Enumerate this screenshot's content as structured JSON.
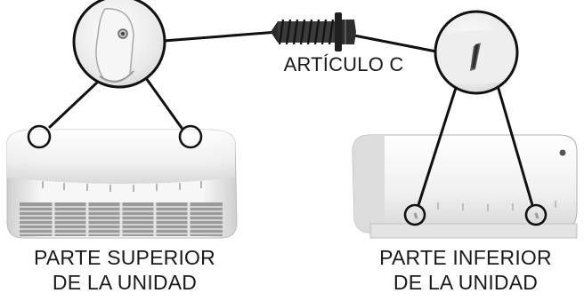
{
  "labels": {
    "item": "ARTÍCULO C",
    "top_caption_line1": "PARTE SUPERIOR",
    "top_caption_line2": "DE LA UNIDAD",
    "bottom_caption_line1": "PARTE INFERIOR",
    "bottom_caption_line2": "DE LA UNIDAD"
  },
  "colors": {
    "line": "#111111",
    "caption": "#1a1a1a",
    "unit_body": "#f2f2f2",
    "unit_shadow": "#c8c8c8",
    "grille": "#8a8a8a",
    "screw": "#2a2a2a"
  }
}
